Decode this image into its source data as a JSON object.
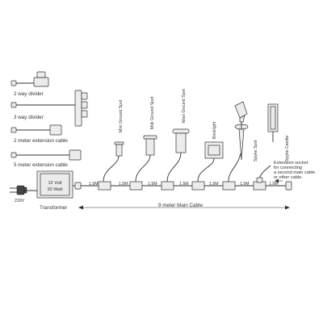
{
  "accessories": {
    "two_way_divider": "2 way divider",
    "three_way_divider": "3 way divider",
    "two_meter_ext": "2 meter extension cable",
    "five_meter_ext": "5 meter extension cable"
  },
  "transformer": {
    "line1": "12 Volt",
    "line2": "30 Watt",
    "mains_label": "230V",
    "caption": "Transformer"
  },
  "segments": [
    "1.5M",
    "1.5M",
    "1.5M",
    "1.5M",
    "1.5M",
    "1.5M",
    "1.5M"
  ],
  "main_cable_label": "9 meter Main Cable",
  "lights": [
    "Mini Ground Spot",
    "Midi Ground Spot",
    "Maxi Ground Spot",
    "Bricklight",
    "Spyke Spot",
    "Spyke Candle"
  ],
  "extension_note": [
    "Extension socket",
    "for connecting",
    "a second main cable",
    "or other cable."
  ]
}
